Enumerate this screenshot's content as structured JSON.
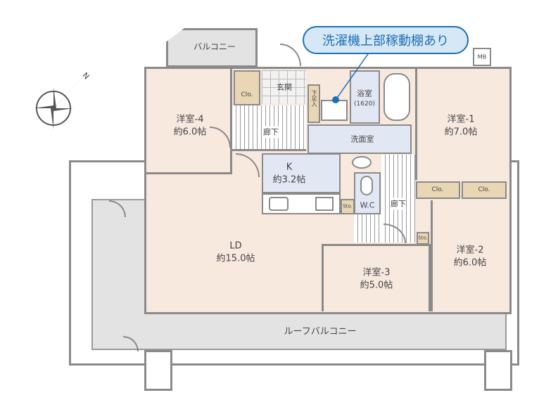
{
  "annotation": {
    "text": "洗濯機上部稼動棚あり",
    "color": "#1f6fb5"
  },
  "compass": {
    "label": "N"
  },
  "rooms": {
    "balcony": "バルコニー",
    "roof_balcony": "ルーフバルコニー",
    "mb": "MB",
    "entrance": "玄関",
    "shoe_storage": "下足入",
    "bath": "浴室",
    "bath_size": "(1620)",
    "washroom": "洗面室",
    "hall_left": "廊下",
    "hall_right": "廊下",
    "kitchen": "K",
    "kitchen_size": "約3.2帖",
    "wc": "W.C",
    "sto1": "Sto.",
    "sto2": "Sto.",
    "clo4": "Clo.",
    "clo1a": "Clo.",
    "clo1b": "Clo.",
    "ld": "LD",
    "ld_size": "約15.0帖",
    "r1": "洋室-1",
    "r1_size": "約7.0帖",
    "r2": "洋室-2",
    "r2_size": "約6.0帖",
    "r3": "洋室-3",
    "r3_size": "約5.0帖",
    "r4": "洋室-4",
    "r4_size": "約6.0帖"
  }
}
